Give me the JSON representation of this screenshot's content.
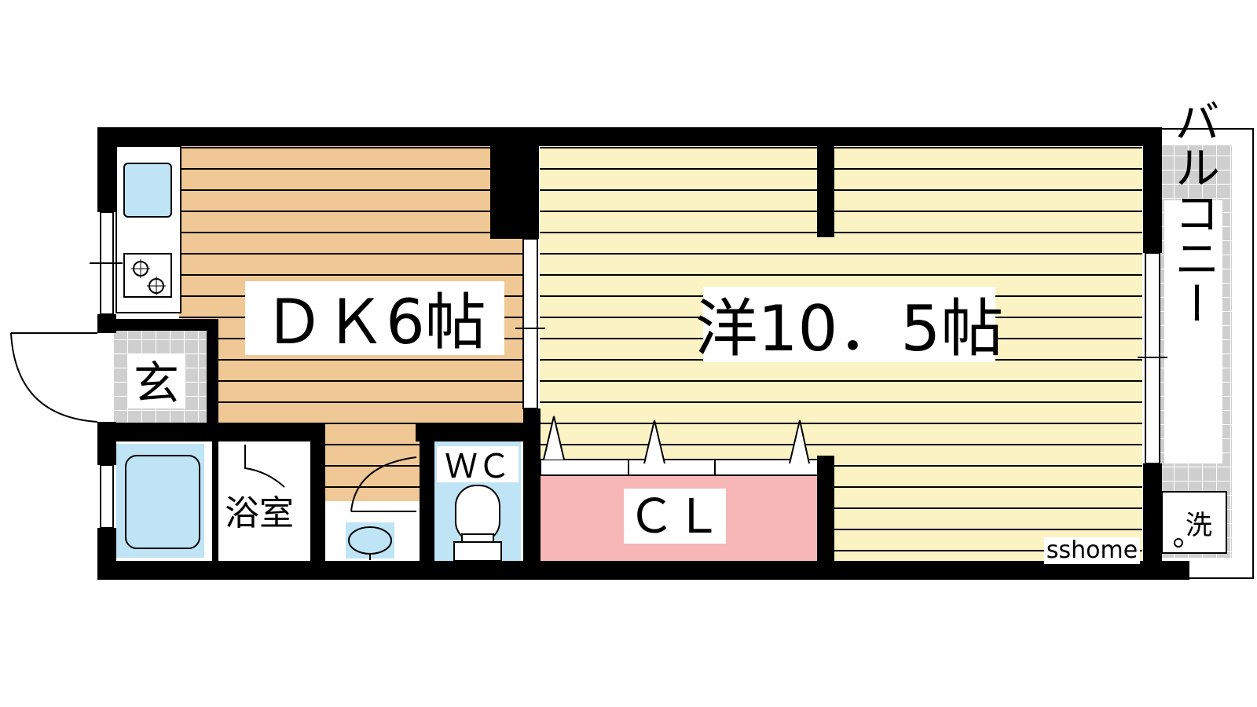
{
  "floorplan": {
    "rooms": {
      "dk": {
        "label": "ＤＫ6帖"
      },
      "western": {
        "label": "洋10．5帖"
      },
      "entrance": {
        "label": "玄"
      },
      "bathroom": {
        "label": "浴室"
      },
      "toilet": {
        "label": "ＷＣ"
      },
      "closet": {
        "label": "ＣＬ"
      },
      "balcony": {
        "label": "バルコニー"
      },
      "laundry": {
        "label": "洗"
      }
    },
    "watermark": "sshome"
  },
  "colors": {
    "dk_floor": "#f0c896",
    "western_floor": "#fcf3c4",
    "closet": "#f7b7b7",
    "fixture_blue": "#bfe4f5",
    "tile": "#cfcfcf",
    "wall": "#000000"
  },
  "icons": {
    "stove": "gas-stove-icon",
    "sink": "sink-icon",
    "bathtub": "bathtub-icon",
    "toilet": "toilet-icon",
    "washbasin": "washbasin-icon",
    "washer": "washer-pan-icon"
  }
}
